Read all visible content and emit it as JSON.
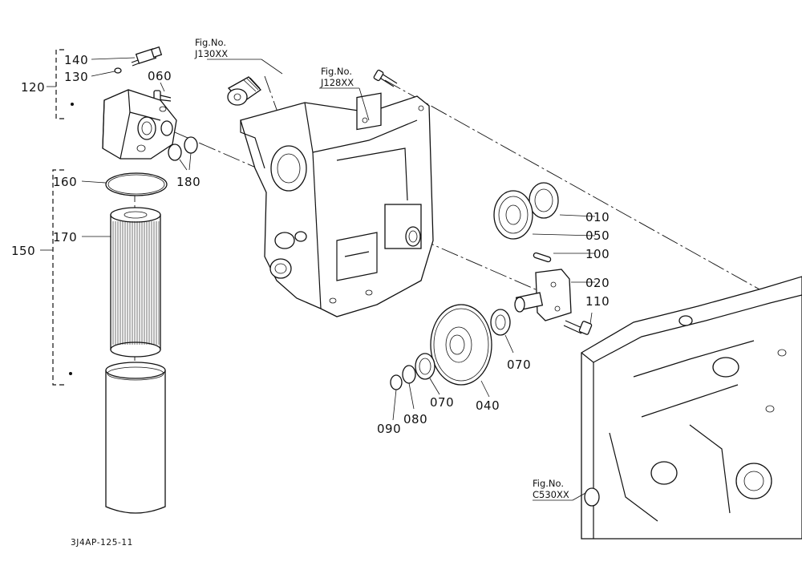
{
  "diagram": {
    "figure_code": "3J4AP-125-11",
    "figure_references": [
      {
        "prefix": "Fig.No.",
        "code": "J130XX"
      },
      {
        "prefix": "Fig.No.",
        "code": "J128XX"
      },
      {
        "prefix": "Fig.No.",
        "code": "C530XX"
      }
    ],
    "part_labels": {
      "p010": "010",
      "p020": "020",
      "p040": "040",
      "p050": "050",
      "p060": "060",
      "p070a": "070",
      "p070b": "070",
      "p080": "080",
      "p090": "090",
      "p100": "100",
      "p110": "110",
      "p120": "120",
      "p130": "130",
      "p140": "140",
      "p150": "150",
      "p160": "160",
      "p170": "170",
      "p180": "180"
    }
  }
}
